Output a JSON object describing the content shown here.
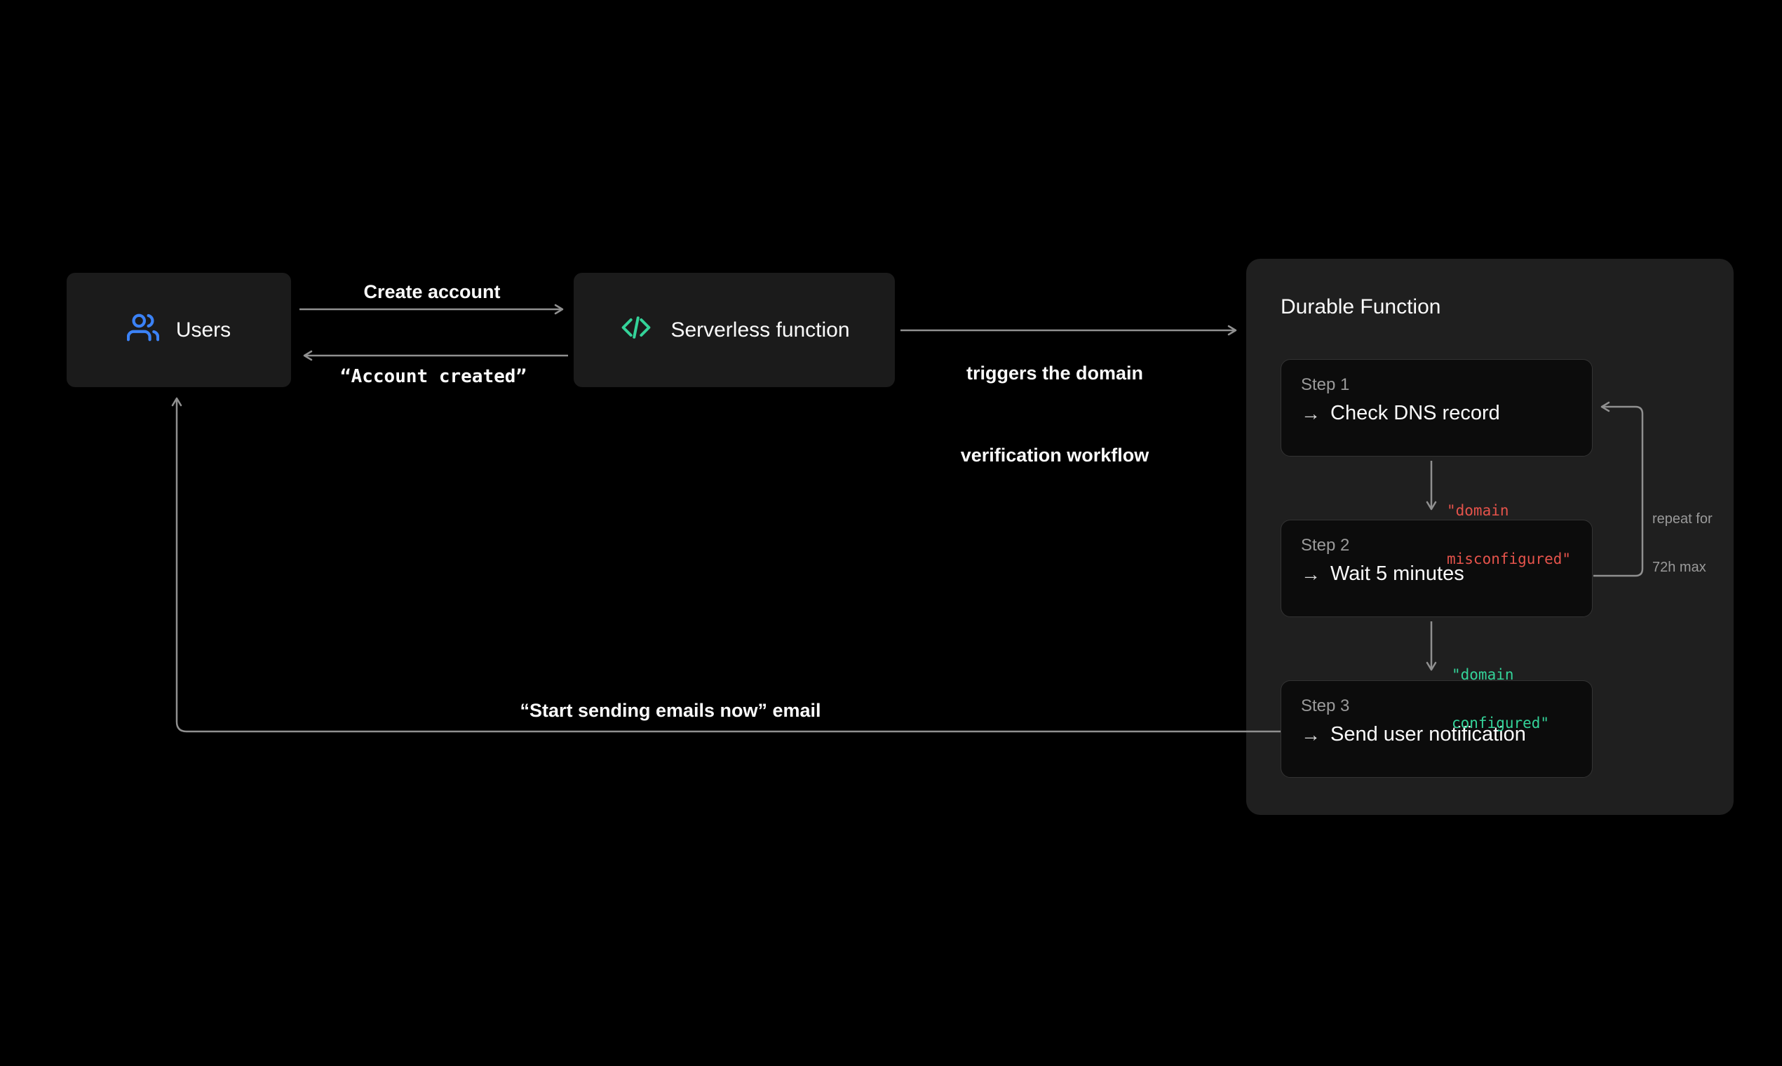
{
  "colors": {
    "background": "#000000",
    "node_background": "#1b1b1b",
    "container_background": "#1f1f1f",
    "step_background": "#0c0c0c",
    "step_border": "#333333",
    "arrow": "#909090",
    "users_icon_blue": "#3b82f6",
    "code_icon_green": "#34d399",
    "error_red": "#e5534b",
    "success_green": "#34d399",
    "muted_gray": "#9a9a9a",
    "text_white": "#fafafa"
  },
  "icons": {
    "users": "users-icon",
    "code": "code-icon",
    "step_arrow": "→"
  },
  "nodes": {
    "users": {
      "label": "Users"
    },
    "serverless": {
      "label": "Serverless function"
    },
    "durable": {
      "title": "Durable Function",
      "steps": [
        {
          "label": "Step 1",
          "action": "Check DNS record"
        },
        {
          "label": "Step 2",
          "action": "Wait 5 minutes"
        },
        {
          "label": "Step 3",
          "action": "Send user notification"
        }
      ]
    }
  },
  "edges": {
    "create_account": {
      "label": "Create account"
    },
    "account_created": {
      "label": "“Account created”"
    },
    "triggers": {
      "line1": "triggers the domain",
      "line2": "verification workflow"
    },
    "misconfigured": {
      "line1": "\"domain",
      "line2": "misconfigured\""
    },
    "configured": {
      "line1": "\"domain",
      "line2": "configured\""
    },
    "repeat": {
      "line1": "repeat for",
      "line2": "72h max"
    },
    "start_sending": {
      "label": "“Start sending emails now” email"
    }
  }
}
